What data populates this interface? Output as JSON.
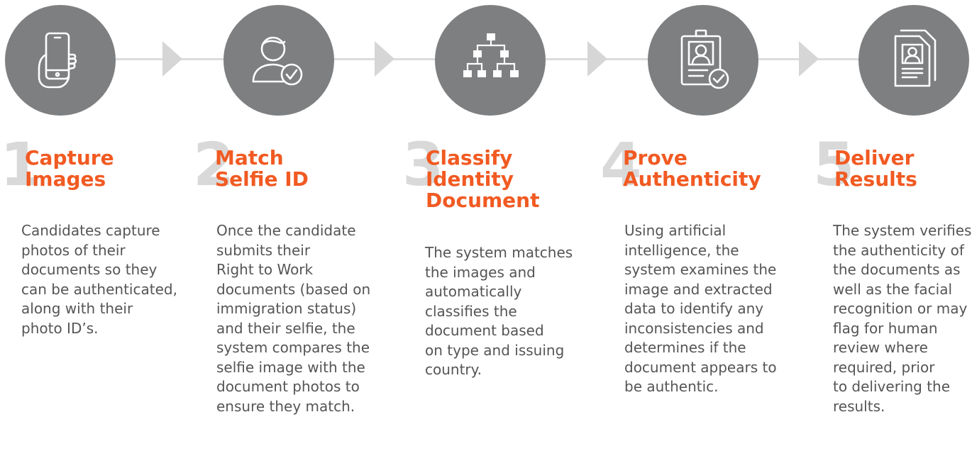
{
  "steps": [
    {
      "number": "1",
      "title_lines": [
        "Capture",
        "Images"
      ],
      "description": "Candidates capture\nphotos of their\ndocuments so they\ncan be authenticated,\nalong with their\nphoto ID’s.",
      "icon": "smartphone-hand-icon"
    },
    {
      "number": "2",
      "title_lines": [
        "Match",
        "Selfie ID"
      ],
      "description": "Once the candidate\nsubmits their\nRight to Work\ndocuments (based on\nimmigration status)\nand their selfie, the\nsystem compares the\nselfie image with the\ndocument photos to\nensure they match.",
      "icon": "user-check-icon"
    },
    {
      "number": "3",
      "title_lines": [
        "Classify",
        "Identity",
        "Document"
      ],
      "description": "The system matches\nthe images and\nautomatically\nclassifies the\ndocument based\non type and issuing\ncountry.",
      "icon": "hierarchy-icon"
    },
    {
      "number": "4",
      "title_lines": [
        "Prove",
        "Authenticity"
      ],
      "description": "Using artificial\nintelligence, the\nsystem examines the\nimage and extracted\ndata to identify any\ninconsistencies and\ndetermines if the\ndocument appears to\nbe authentic.",
      "icon": "id-badge-check-icon"
    },
    {
      "number": "5",
      "title_lines": [
        "Deliver",
        "Results"
      ],
      "description": "The system verifies\nthe authenticity of\nthe documents as\nwell as the facial\nrecognition or may\nflag for human\nreview where\nrequired, prior\nto delivering the\nresults.",
      "icon": "documents-icon"
    }
  ],
  "colors": {
    "accent": "#f15a22",
    "circle": "#7d7f81",
    "number": "#d9d9d9",
    "arrow": "#d6d6d6",
    "text": "#555555"
  }
}
